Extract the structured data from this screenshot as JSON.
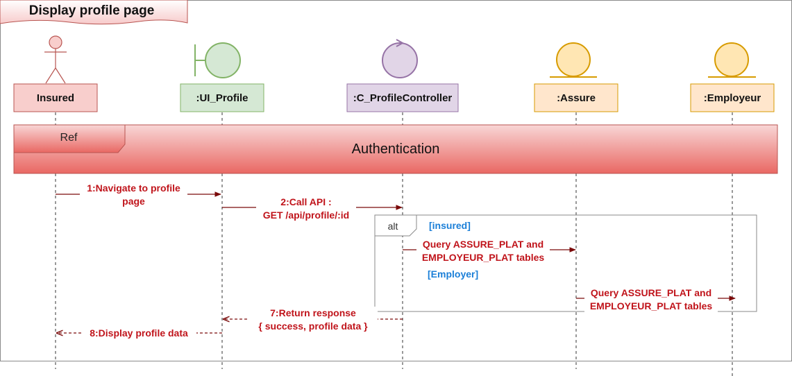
{
  "diagram": {
    "title": "Display profile page",
    "ref": {
      "label": "Ref",
      "title": "Authentication"
    },
    "lifelines": [
      {
        "name": "Insured",
        "kind": "actor"
      },
      {
        "name": ":UI_Profile",
        "kind": "boundary"
      },
      {
        "name": ":C_ProfileController",
        "kind": "control"
      },
      {
        "name": ":Assure",
        "kind": "entity"
      },
      {
        "name": ":Employeur",
        "kind": "entity"
      }
    ],
    "messages": {
      "m1": {
        "line1": "1:Navigate to profile",
        "line2": "page"
      },
      "m2": {
        "line1": "2:Call API :",
        "line2": "GET /api/profile/:id"
      },
      "m3": {
        "line1": "Query ASSURE_PLAT and",
        "line2": "EMPLOYEUR_PLAT tables"
      },
      "m4": {
        "line1": "Query ASSURE_PLAT and",
        "line2": "EMPLOYEUR_PLAT tables"
      },
      "m7": {
        "line1": "7:Return response",
        "line2": "{ success, profile data }"
      },
      "m8": {
        "line1": "8:Display profile data"
      }
    },
    "alt": {
      "label": "alt",
      "guard1": "[insured]",
      "guard2": "[Employer]"
    },
    "colors": {
      "actor_fill": "#f8cecc",
      "actor_stroke": "#b85450",
      "boundary_fill": "#d5e8d4",
      "boundary_stroke": "#82b366",
      "control_fill": "#e1d5e7",
      "control_stroke": "#9673a6",
      "entity_fill": "#ffe6cc",
      "entity_stroke": "#d79b00",
      "entity_icon_fill": "#ffe6b3",
      "message": "#c0141b",
      "arrow": "#7a0a0a",
      "guard": "#1b7fd8",
      "ref_top": "#f7d4d4",
      "ref_bottom": "#ea6b66"
    }
  }
}
